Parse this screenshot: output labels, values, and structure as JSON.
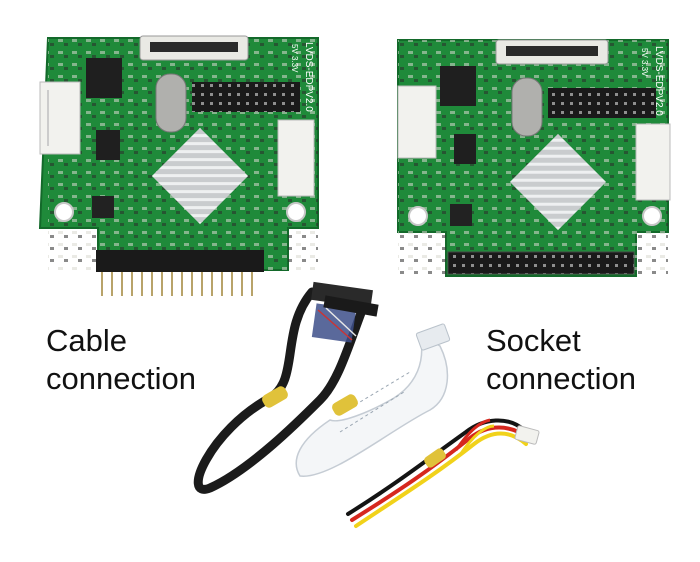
{
  "labels": {
    "cable": {
      "line1": "Cable",
      "line2": "connection"
    },
    "socket": {
      "line1": "Socket",
      "line2": "connection"
    }
  },
  "boards": {
    "left": {
      "silkscreen": "LVDS-EDPV2.0",
      "voltage": "5V 3.3V"
    },
    "right": {
      "silkscreen": "LVDS-EDPV2.0",
      "voltage": "5V 3.3V"
    }
  },
  "colors": {
    "pcb": "#1f8a3a",
    "pcb_dark": "#13692a",
    "header_black": "#1a1a1a",
    "pin_gold": "#b8a36a",
    "connector_white": "#f2f2ee",
    "cable_black": "#1b1b1b",
    "ffc_white": "#f4f6f8",
    "tie_yellow": "#e0c23a",
    "wire_red": "#d6271e",
    "wire_yellow": "#f1d21a",
    "wire_black": "#141414"
  }
}
